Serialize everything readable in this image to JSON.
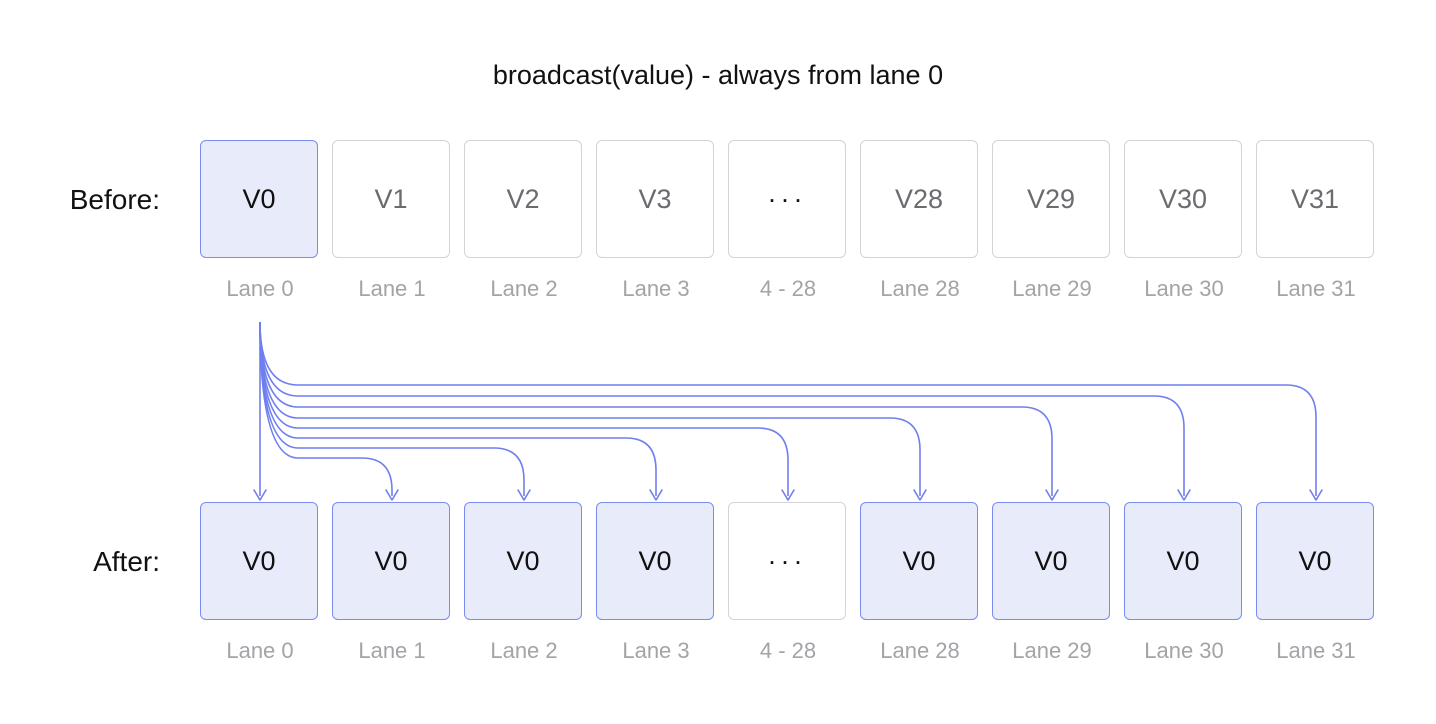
{
  "title": "broadcast(value) - always from lane 0",
  "before": {
    "label": "Before:",
    "cells": [
      "V0",
      "V1",
      "V2",
      "V3",
      "···",
      "V28",
      "V29",
      "V30",
      "V31"
    ],
    "lanes": [
      "Lane 0",
      "Lane 1",
      "Lane 2",
      "Lane 3",
      "4 - 28",
      "Lane 28",
      "Lane 29",
      "Lane 30",
      "Lane 31"
    ]
  },
  "after": {
    "label": "After:",
    "cells": [
      "V0",
      "V0",
      "V0",
      "V0",
      "···",
      "V0",
      "V0",
      "V0",
      "V0"
    ],
    "lanes": [
      "Lane 0",
      "Lane 1",
      "Lane 2",
      "Lane 3",
      "4 - 28",
      "Lane 28",
      "Lane 29",
      "Lane 30",
      "Lane 31"
    ]
  },
  "colors": {
    "accent": "#6f7ff0",
    "highlight_fill": "#e8ebfa",
    "highlight_border": "#7a8cf0",
    "muted_text": "#a3a3a8",
    "border": "#d4d4d8"
  }
}
